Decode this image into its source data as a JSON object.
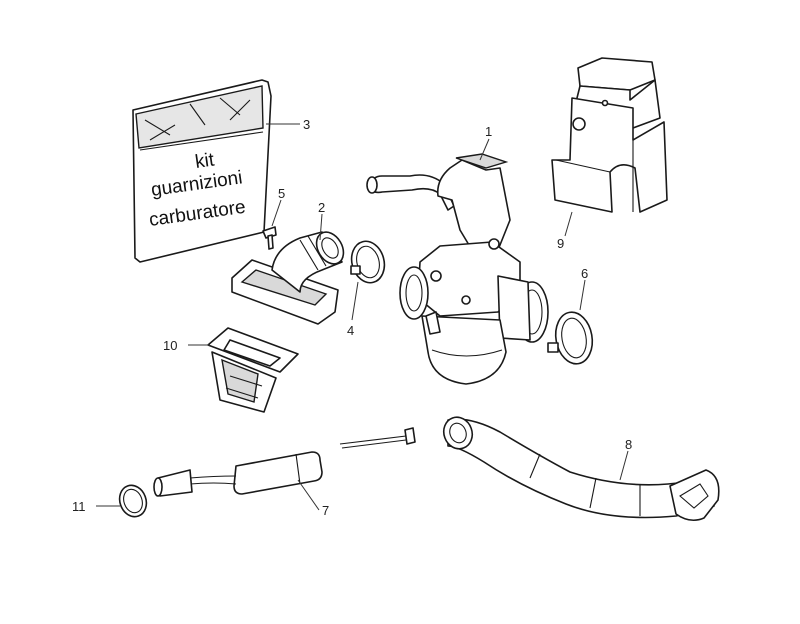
{
  "diagram": {
    "kit_bag_text": [
      "kit",
      "guarnizioni",
      "carburatore"
    ],
    "callouts": [
      "1",
      "2",
      "3",
      "4",
      "5",
      "6",
      "7",
      "8",
      "9",
      "10",
      "11"
    ]
  }
}
